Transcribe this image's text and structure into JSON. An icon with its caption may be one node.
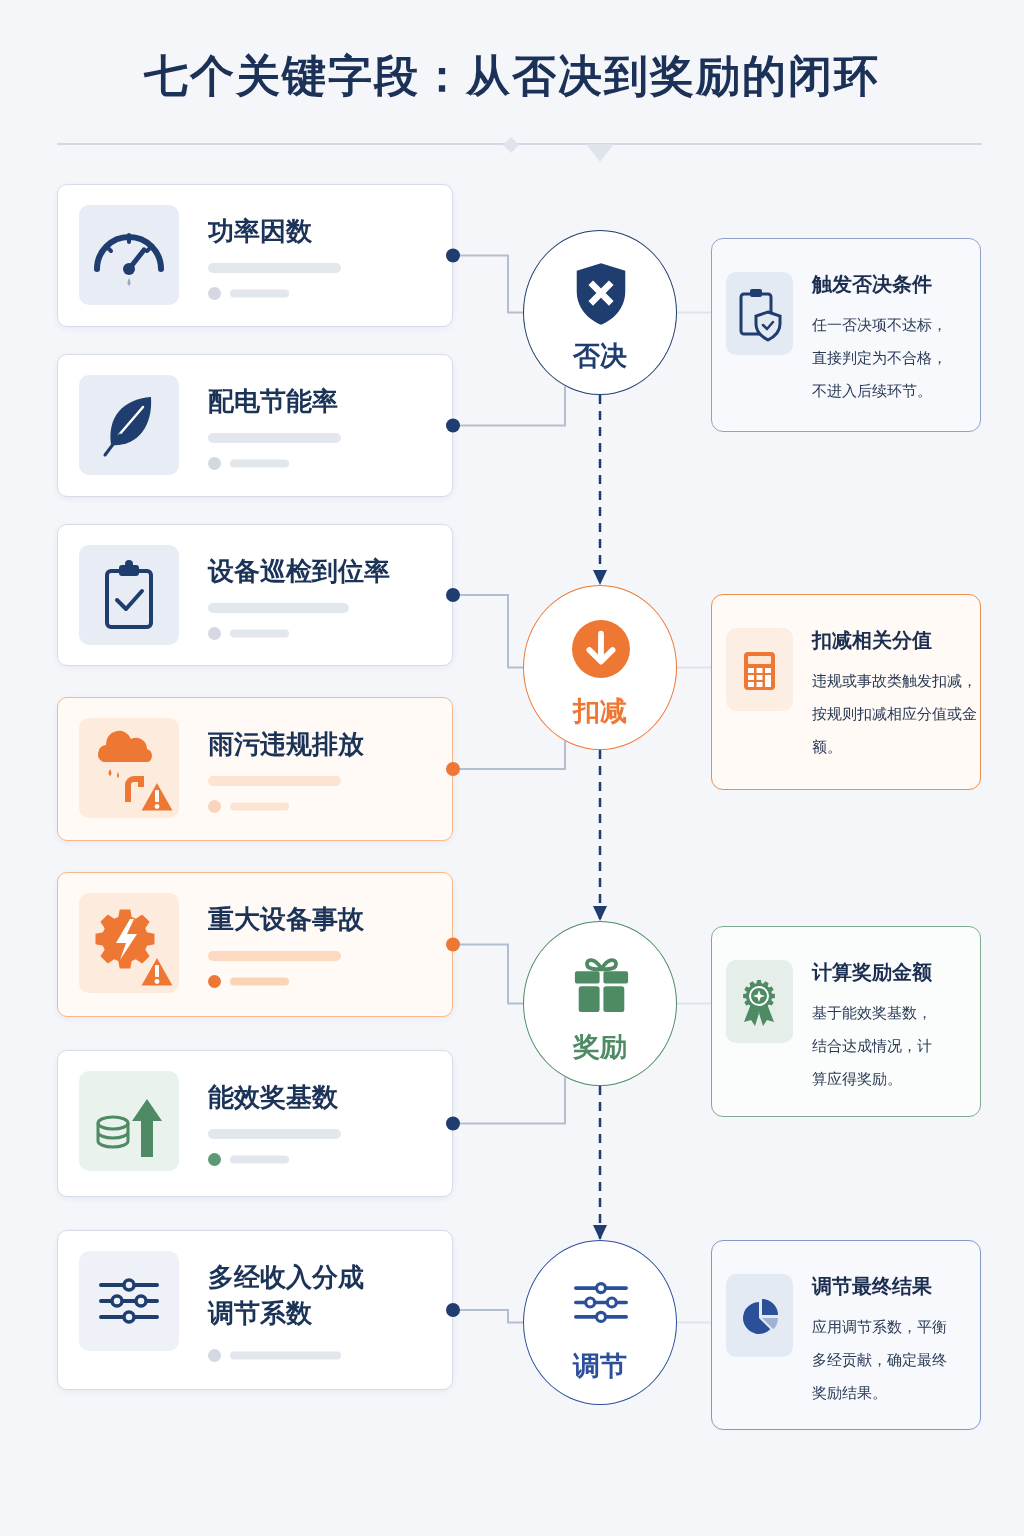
{
  "diagram": {
    "title": "七个关键字段：从否决到奖励的闭环",
    "nodes": [
      {
        "text": [
          "功率因数"
        ]
      },
      {
        "text": [
          "配电节能率"
        ]
      },
      {
        "text": [
          "设备巡检到位率"
        ]
      },
      {
        "text": [
          "雨污违规排放"
        ]
      },
      {
        "text": [
          "重大设备事故"
        ]
      },
      {
        "text": [
          "能效奖基数"
        ]
      },
      {
        "text": [
          "多经收入分成调节系数"
        ]
      },
      {
        "text": [
          "否决"
        ]
      },
      {
        "text": [
          "扣减"
        ]
      },
      {
        "text": [
          "奖励"
        ]
      },
      {
        "text": [
          "调节"
        ]
      },
      {
        "text": [
          "触发否决条件",
          "任一否决项不达标，直接判定为不合格，不进入后续环节。"
        ]
      },
      {
        "text": [
          "扣减相关分值",
          "违规或事故类触发扣减，按规则扣减相应分值或金额。"
        ]
      },
      {
        "text": [
          "计算奖励金额",
          "基于能效奖基数，结合达成情况，计算应得奖励。"
        ]
      },
      {
        "text": [
          "调节最终结果",
          "应用调节系数，平衡多经贡献，确定最终奖励结果。"
        ]
      }
    ],
    "edges": [
      {
        "from": 0,
        "to": 7,
        "arrow": "other"
      },
      {
        "from": 1,
        "to": 7,
        "arrow": "other"
      },
      {
        "from": 2,
        "to": 8,
        "arrow": "other"
      },
      {
        "from": 3,
        "to": 8,
        "arrow": "other"
      },
      {
        "from": 4,
        "to": 9,
        "arrow": "other"
      },
      {
        "from": 5,
        "to": 9,
        "arrow": "other"
      },
      {
        "from": 6,
        "to": 10,
        "arrow": "other"
      },
      {
        "from": 7,
        "to": 8,
        "arrow": "to",
        "style": "dashed",
        "color": "#1f3d6e"
      },
      {
        "from": 8,
        "to": 9,
        "arrow": "to",
        "style": "dashed",
        "color": "#1f3d6e"
      },
      {
        "from": 9,
        "to": 10,
        "arrow": "to",
        "style": "dashed",
        "color": "#1f3d6e"
      },
      {
        "from": 7,
        "to": 11,
        "arrow": "none"
      },
      {
        "from": 8,
        "to": 12,
        "arrow": "none"
      },
      {
        "from": 9,
        "to": 13,
        "arrow": "none"
      },
      {
        "from": 10,
        "to": 14,
        "arrow": "none"
      }
    ]
  }
}
